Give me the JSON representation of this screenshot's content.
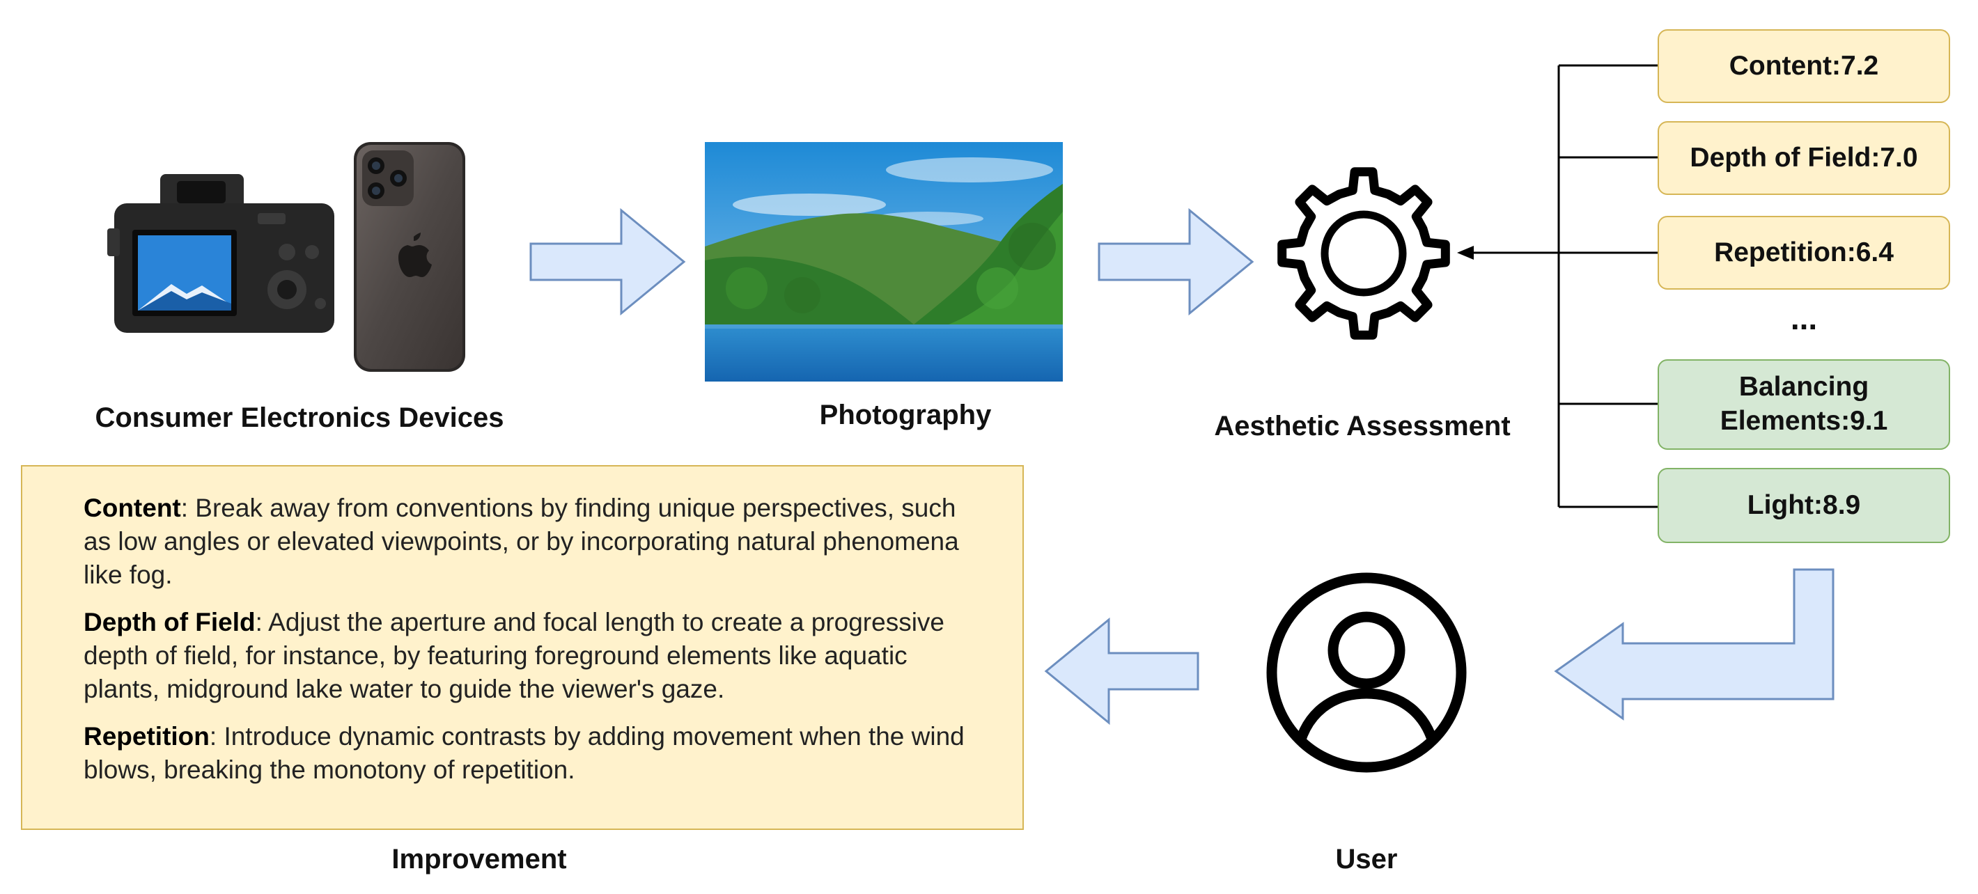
{
  "captions": {
    "devices": "Consumer Electronics Devices",
    "photography": "Photography",
    "assessment": "Aesthetic Assessment",
    "improvement": "Improvement",
    "user": "User"
  },
  "scores": [
    {
      "label": "Content:7.2",
      "status": "yellow"
    },
    {
      "label": "Depth of Field:7.0",
      "status": "yellow"
    },
    {
      "label": "Repetition:6.4",
      "status": "yellow"
    },
    {
      "label": "Balancing Elements:9.1",
      "status": "green"
    },
    {
      "label": "Light:8.9",
      "status": "green"
    }
  ],
  "ellipsis": "...",
  "improvements": [
    {
      "term": "Content",
      "text": ": Break away from conventions by finding unique perspectives, such as low angles or elevated viewpoints, or by incorporating natural phenomena like fog."
    },
    {
      "term": "Depth of Field",
      "text": ": Adjust the aperture and focal length to create a progressive depth of field, for instance, by featuring foreground elements like aquatic plants, midground lake water to guide the viewer's gaze."
    },
    {
      "term": "Repetition",
      "text": ": Introduce dynamic contrasts by adding movement when the wind blows, breaking the monotony of repetition."
    }
  ],
  "colors": {
    "yellow_fill": "#fff2cc",
    "yellow_border": "#d6b656",
    "green_fill": "#d5e8d4",
    "green_border": "#82b366",
    "arrow_fill": "#dae8fc",
    "arrow_border": "#6c8ebf"
  },
  "icons": [
    "camera-icon",
    "smartphone-icon",
    "landscape-photo",
    "gear-icon",
    "user-icon"
  ]
}
